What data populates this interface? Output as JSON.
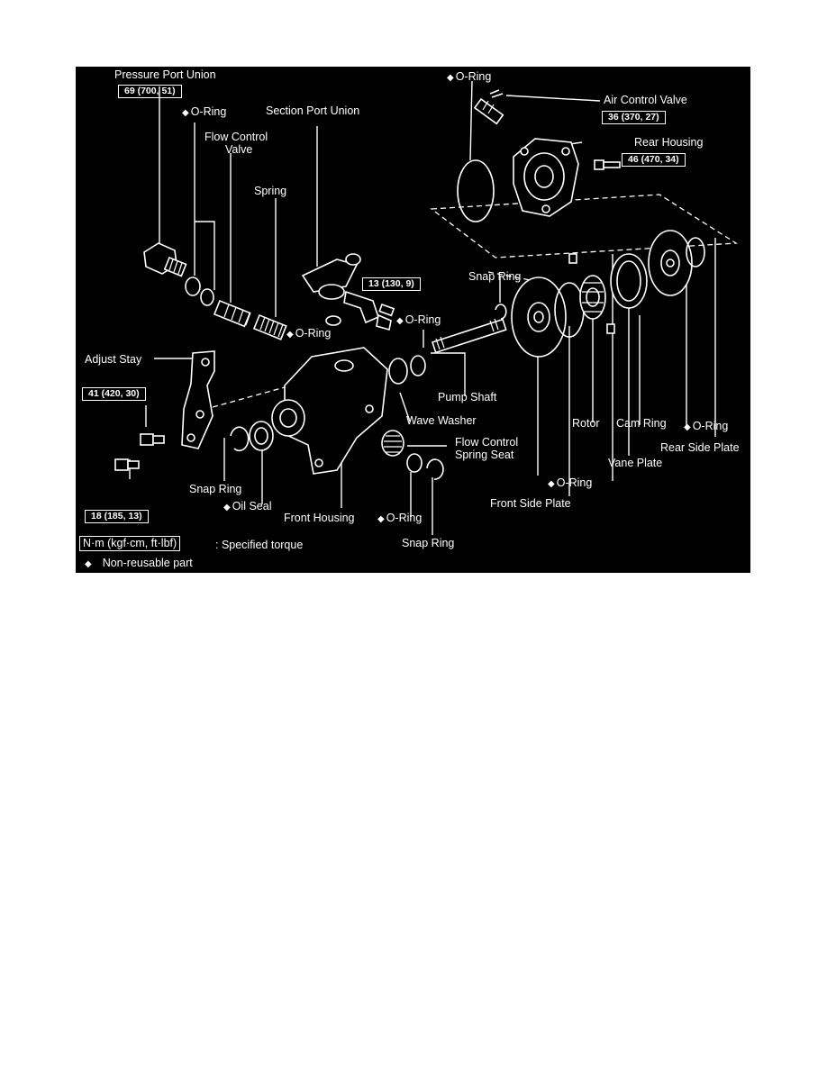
{
  "diagram": {
    "labels": {
      "pressure_port_union": "Pressure Port Union",
      "oring_1": "O-Ring",
      "flow_control_valve_1": "Flow Control",
      "flow_control_valve_2": "Valve",
      "section_port_union": "Section Port Union",
      "spring": "Spring",
      "oring_top": "O-Ring",
      "air_control_valve": "Air Control Valve",
      "rear_housing": "Rear Housing",
      "snap_ring_top": "Snap Ring",
      "oring_mid": "O-Ring",
      "oring_shaft": "O-Ring",
      "pump_shaft": "Pump Shaft",
      "adjust_stay": "Adjust Stay",
      "wave_washer": "Wave Washer",
      "rotor": "Rotor",
      "cam_ring": "Cam Ring",
      "oring_rear": "O-Ring",
      "rear_side_plate": "Rear Side Plate",
      "flow_control_spring_seat_1": "Flow Control",
      "flow_control_spring_seat_2": "Spring Seat",
      "vane_plate": "Vane Plate",
      "snap_ring_left": "Snap Ring",
      "oil_seal": "Oil Seal",
      "oring_front_side": "O-Ring",
      "front_side_plate": "Front Side Plate",
      "front_housing": "Front Housing",
      "oring_bottom": "O-Ring",
      "snap_ring_bottom": "Snap Ring"
    },
    "torques": {
      "pressure_port_union": "69 (700, 51)",
      "air_control_valve": "36 (370, 27)",
      "rear_housing": "46 (470, 34)",
      "section_port_union": "13 (130, 9)",
      "adjust_stay_bolt": "41 (420, 30)",
      "lower_bolt": "18 (185, 13)"
    },
    "legend": {
      "torque_box": "N·m (kgf·cm, ft·lbf)",
      "torque_text": ": Specified torque",
      "nonreusable_text": "Non-reusable part"
    },
    "colors": {
      "background": "#000000",
      "ink": "#ffffff",
      "page": "#ffffff"
    }
  }
}
